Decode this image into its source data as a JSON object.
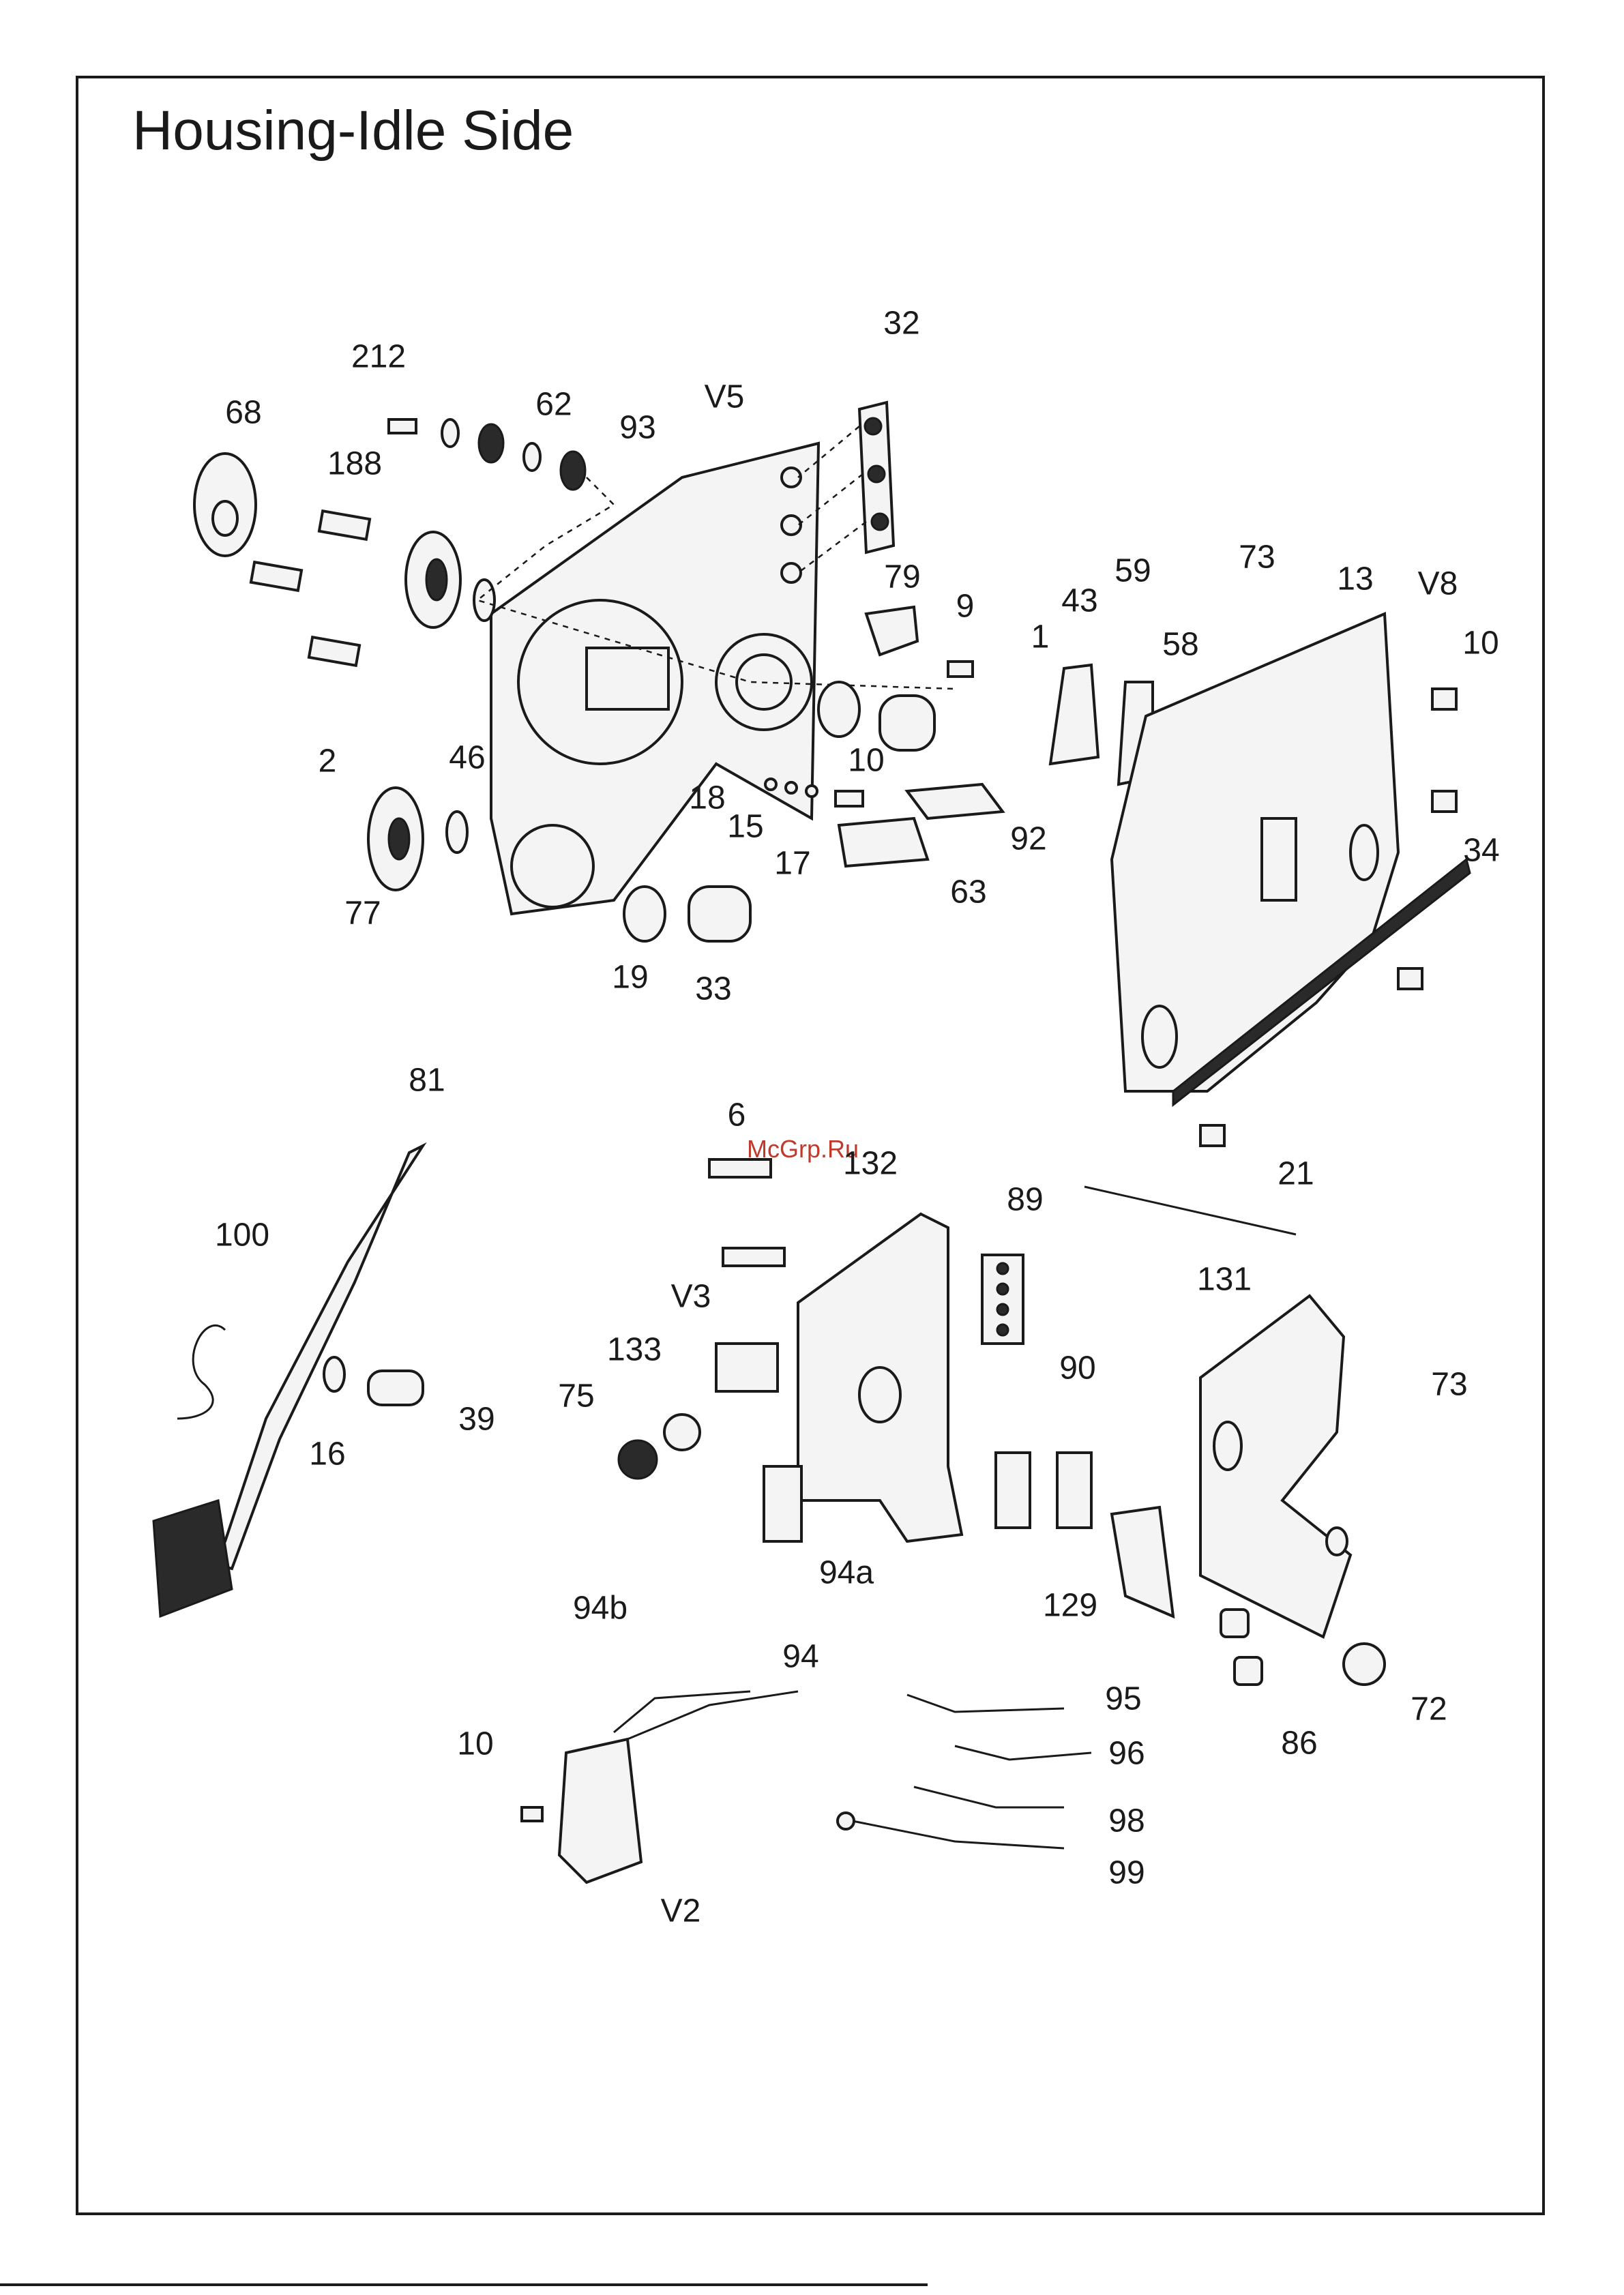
{
  "title": "Housing-Idle Side",
  "watermark": "McGrp.Ru",
  "labels": [
    {
      "id": "212",
      "text": "212"
    },
    {
      "id": "62",
      "text": "62"
    },
    {
      "id": "93",
      "text": "93"
    },
    {
      "id": "V5",
      "text": "V5"
    },
    {
      "id": "32",
      "text": "32"
    },
    {
      "id": "68",
      "text": "68"
    },
    {
      "id": "188",
      "text": "188"
    },
    {
      "id": "79",
      "text": "79"
    },
    {
      "id": "9",
      "text": "9"
    },
    {
      "id": "43",
      "text": "43"
    },
    {
      "id": "59",
      "text": "59"
    },
    {
      "id": "73a",
      "text": "73"
    },
    {
      "id": "13",
      "text": "13"
    },
    {
      "id": "V8",
      "text": "V8"
    },
    {
      "id": "1",
      "text": "1"
    },
    {
      "id": "58",
      "text": "58"
    },
    {
      "id": "10a",
      "text": "10"
    },
    {
      "id": "2",
      "text": "2"
    },
    {
      "id": "46",
      "text": "46"
    },
    {
      "id": "18",
      "text": "18"
    },
    {
      "id": "10b",
      "text": "10"
    },
    {
      "id": "15",
      "text": "15"
    },
    {
      "id": "17",
      "text": "17"
    },
    {
      "id": "92",
      "text": "92"
    },
    {
      "id": "34",
      "text": "34"
    },
    {
      "id": "63",
      "text": "63"
    },
    {
      "id": "77",
      "text": "77"
    },
    {
      "id": "19",
      "text": "19"
    },
    {
      "id": "33",
      "text": "33"
    },
    {
      "id": "81",
      "text": "81"
    },
    {
      "id": "6",
      "text": "6"
    },
    {
      "id": "132",
      "text": "132"
    },
    {
      "id": "21",
      "text": "21"
    },
    {
      "id": "89",
      "text": "89"
    },
    {
      "id": "100",
      "text": "100"
    },
    {
      "id": "131",
      "text": "131"
    },
    {
      "id": "V3",
      "text": "V3"
    },
    {
      "id": "133",
      "text": "133"
    },
    {
      "id": "90",
      "text": "90"
    },
    {
      "id": "73b",
      "text": "73"
    },
    {
      "id": "75",
      "text": "75"
    },
    {
      "id": "39",
      "text": "39"
    },
    {
      "id": "16",
      "text": "16"
    },
    {
      "id": "94a",
      "text": "94a"
    },
    {
      "id": "94b",
      "text": "94b"
    },
    {
      "id": "129",
      "text": "129"
    },
    {
      "id": "94",
      "text": "94"
    },
    {
      "id": "95",
      "text": "95"
    },
    {
      "id": "72",
      "text": "72"
    },
    {
      "id": "10c",
      "text": "10"
    },
    {
      "id": "96",
      "text": "96"
    },
    {
      "id": "86",
      "text": "86"
    },
    {
      "id": "98",
      "text": "98"
    },
    {
      "id": "99",
      "text": "99"
    },
    {
      "id": "V2",
      "text": "V2"
    }
  ]
}
